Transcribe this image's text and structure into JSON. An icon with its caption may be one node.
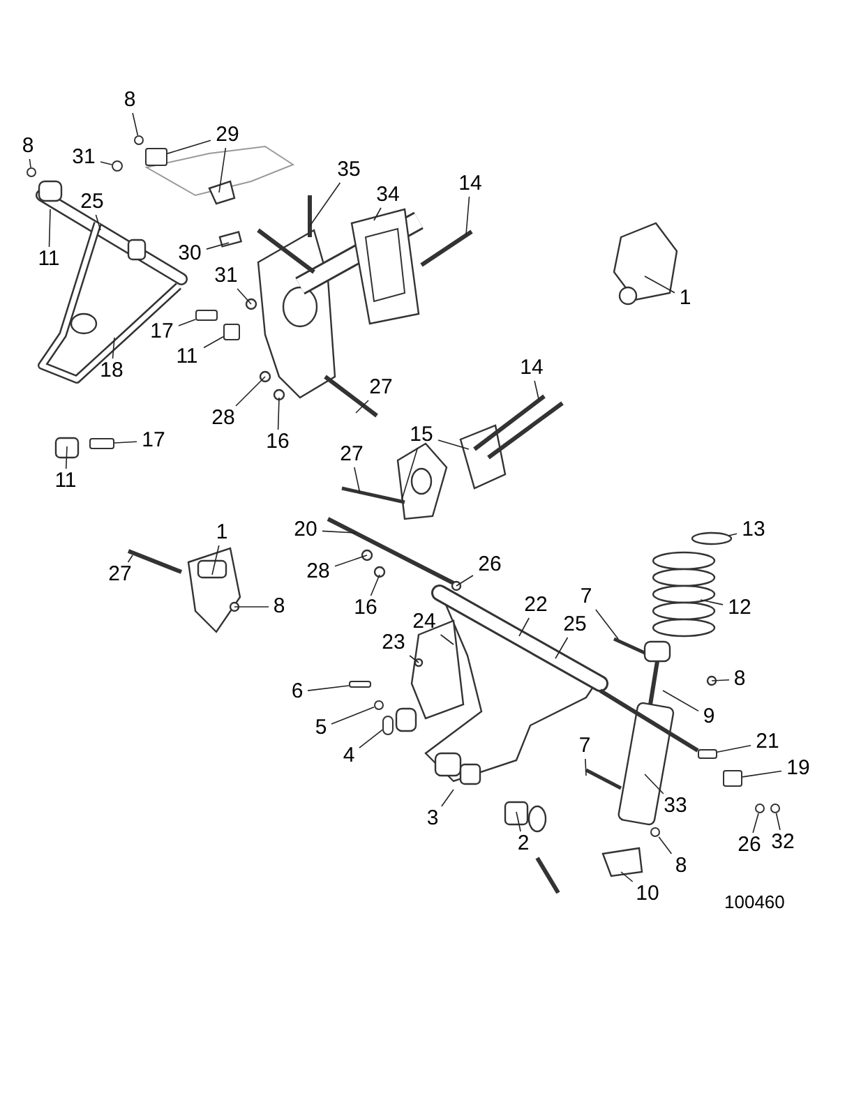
{
  "diagram": {
    "nodes": [
      {
        "text": [
          "8"
        ]
      },
      {
        "text": [
          "8"
        ]
      },
      {
        "text": [
          "31"
        ]
      },
      {
        "text": [
          "29"
        ]
      },
      {
        "text": [
          "25"
        ]
      },
      {
        "text": [
          "11"
        ]
      },
      {
        "text": [
          "30"
        ]
      },
      {
        "text": [
          "35"
        ]
      },
      {
        "text": [
          "34"
        ]
      },
      {
        "text": [
          "14"
        ]
      },
      {
        "text": [
          "1"
        ]
      },
      {
        "text": [
          "31"
        ]
      },
      {
        "text": [
          "17"
        ]
      },
      {
        "text": [
          "11"
        ]
      },
      {
        "text": [
          "18"
        ]
      },
      {
        "text": [
          "28"
        ]
      },
      {
        "text": [
          "16"
        ]
      },
      {
        "text": [
          "27"
        ]
      },
      {
        "text": [
          "14"
        ]
      },
      {
        "text": [
          "13"
        ]
      },
      {
        "text": [
          "15"
        ]
      },
      {
        "text": [
          "17"
        ]
      },
      {
        "text": [
          "11"
        ]
      },
      {
        "text": [
          "27"
        ]
      },
      {
        "text": [
          "1"
        ]
      },
      {
        "text": [
          "20"
        ]
      },
      {
        "text": [
          "27"
        ]
      },
      {
        "text": [
          "8"
        ]
      },
      {
        "text": [
          "28"
        ]
      },
      {
        "text": [
          "16"
        ]
      },
      {
        "text": [
          "26"
        ]
      },
      {
        "text": [
          "24"
        ]
      },
      {
        "text": [
          "22"
        ]
      },
      {
        "text": [
          "25"
        ]
      },
      {
        "text": [
          "7"
        ]
      },
      {
        "text": [
          "12"
        ]
      },
      {
        "text": [
          "23"
        ]
      },
      {
        "text": [
          "8"
        ]
      },
      {
        "text": [
          "6"
        ]
      },
      {
        "text": [
          "9"
        ]
      },
      {
        "text": [
          "5"
        ]
      },
      {
        "text": [
          "4"
        ]
      },
      {
        "text": [
          "21"
        ]
      },
      {
        "text": [
          "19"
        ]
      },
      {
        "text": [
          "7"
        ]
      },
      {
        "text": [
          "3"
        ]
      },
      {
        "text": [
          "33"
        ]
      },
      {
        "text": [
          "2"
        ]
      },
      {
        "text": [
          "8"
        ]
      },
      {
        "text": [
          "26"
        ]
      },
      {
        "text": [
          "32"
        ]
      },
      {
        "text": [
          "10"
        ]
      },
      {
        "text": [],
        "shape": "circle"
      },
      {
        "text": [],
        "shape": "circle"
      },
      {
        "text": [],
        "shape": "box"
      },
      {
        "text": [],
        "shape": "box"
      },
      {
        "text": [],
        "shape": "circle"
      },
      {
        "text": [],
        "shape": "box"
      },
      {
        "text": [],
        "shape": "circle"
      },
      {
        "text": [],
        "shape": "circle"
      },
      {
        "text": [],
        "shape": "circle"
      },
      {
        "text": [],
        "shape": "box"
      },
      {
        "text": [],
        "shape": "circle"
      },
      {
        "text": [],
        "shape": "circle"
      },
      {
        "text": [],
        "shape": "box"
      },
      {
        "text": [],
        "shape": "box"
      },
      {
        "text": [],
        "shape": "box"
      }
    ],
    "edges": [
      {
        "from": 0,
        "to": 60,
        "arrow": "none"
      },
      {
        "from": 1,
        "to": 52,
        "arrow": "none"
      },
      {
        "from": 2,
        "to": 53,
        "arrow": "none"
      },
      {
        "from": 3,
        "to": 65,
        "arrow": "none"
      },
      {
        "from": 3,
        "to": null,
        "arrow": "none"
      },
      {
        "from": 4,
        "to": null,
        "arrow": "none"
      },
      {
        "from": 5,
        "to": null,
        "arrow": "none"
      },
      {
        "from": 6,
        "to": null,
        "arrow": "none"
      },
      {
        "from": 7,
        "to": null,
        "arrow": "none"
      },
      {
        "from": 8,
        "to": null,
        "arrow": "none"
      },
      {
        "from": 9,
        "to": null,
        "arrow": "none"
      },
      {
        "from": 10,
        "to": null,
        "arrow": "none"
      },
      {
        "from": 11,
        "to": null,
        "arrow": "none"
      },
      {
        "from": 12,
        "to": 54,
        "arrow": "none"
      },
      {
        "from": 13,
        "to": 61,
        "arrow": "none"
      },
      {
        "from": 14,
        "to": null,
        "arrow": "none"
      },
      {
        "from": 15,
        "to": null,
        "arrow": "none"
      },
      {
        "from": 16,
        "to": null,
        "arrow": "none"
      },
      {
        "from": 17,
        "to": null,
        "arrow": "none"
      },
      {
        "from": 18,
        "to": null,
        "arrow": "none"
      },
      {
        "from": 19,
        "to": null,
        "arrow": "none"
      },
      {
        "from": 20,
        "to": null,
        "arrow": "none"
      },
      {
        "from": 20,
        "to": null,
        "arrow": "none"
      },
      {
        "from": 21,
        "to": 55,
        "arrow": "none"
      },
      {
        "from": 22,
        "to": null,
        "arrow": "none"
      },
      {
        "from": 23,
        "to": null,
        "arrow": "none"
      },
      {
        "from": 24,
        "to": null,
        "arrow": "none"
      },
      {
        "from": 25,
        "to": null,
        "arrow": "none"
      },
      {
        "from": 26,
        "to": null,
        "arrow": "none"
      },
      {
        "from": 27,
        "to": null,
        "arrow": "none"
      },
      {
        "from": 28,
        "to": null,
        "arrow": "none"
      },
      {
        "from": 29,
        "to": null,
        "arrow": "none"
      },
      {
        "from": 30,
        "to": null,
        "arrow": "none"
      },
      {
        "from": 31,
        "to": null,
        "arrow": "none"
      },
      {
        "from": 32,
        "to": null,
        "arrow": "none"
      },
      {
        "from": 33,
        "to": null,
        "arrow": "none"
      },
      {
        "from": 34,
        "to": null,
        "arrow": "none"
      },
      {
        "from": 35,
        "to": null,
        "arrow": "none"
      },
      {
        "from": 36,
        "to": null,
        "arrow": "none"
      },
      {
        "from": 37,
        "to": null,
        "arrow": "none"
      },
      {
        "from": 38,
        "to": 64,
        "arrow": "none"
      },
      {
        "from": 39,
        "to": null,
        "arrow": "none"
      },
      {
        "from": 40,
        "to": 56,
        "arrow": "none"
      },
      {
        "from": 41,
        "to": 62,
        "arrow": "none"
      },
      {
        "from": 42,
        "to": 66,
        "arrow": "none"
      },
      {
        "from": 43,
        "to": 57,
        "arrow": "none"
      },
      {
        "from": 44,
        "to": null,
        "arrow": "none"
      },
      {
        "from": 45,
        "to": null,
        "arrow": "none"
      },
      {
        "from": 46,
        "to": null,
        "arrow": "none"
      },
      {
        "from": 47,
        "to": null,
        "arrow": "none"
      },
      {
        "from": 48,
        "to": 58,
        "arrow": "none"
      },
      {
        "from": 49,
        "to": 63,
        "arrow": "none"
      },
      {
        "from": 50,
        "to": 59,
        "arrow": "none"
      },
      {
        "from": 51,
        "to": null,
        "arrow": "none"
      }
    ],
    "labels": [
      "100460"
    ]
  }
}
